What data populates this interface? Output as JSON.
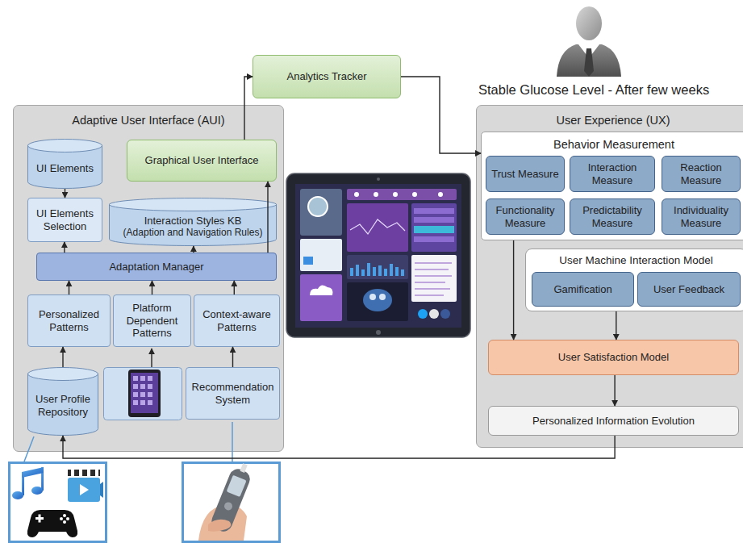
{
  "diagram": {
    "nodes": [
      {
        "text": [
          "Analytics Tracker"
        ]
      },
      {
        "text": [
          "Adaptive User Interface (AUI)"
        ]
      },
      {
        "text": [
          "UI Elements"
        ],
        "in": 1
      },
      {
        "text": [
          "Graphical User Interface"
        ],
        "in": 1
      },
      {
        "text": [
          "UI Elements Selection"
        ],
        "in": 1
      },
      {
        "text": [
          "Interaction Styles KB",
          "(Adaption and Navigation Rules)"
        ],
        "in": 1
      },
      {
        "text": [
          "Adaptation Manager"
        ],
        "in": 1
      },
      {
        "text": [
          "Personalized Patterns"
        ],
        "in": 1
      },
      {
        "text": [
          "Platform Dependent Patterns"
        ],
        "in": 1
      },
      {
        "text": [
          "Context-aware Patterns"
        ],
        "in": 1
      },
      {
        "text": [
          "User Profile Repository"
        ],
        "in": 1
      },
      {
        "text": [
          "Recommendation System"
        ],
        "in": 1
      },
      {
        "text": [
          "User Experience (UX)"
        ]
      },
      {
        "text": [
          "Behavior Measurement"
        ],
        "in": 12
      },
      {
        "text": [
          "Trust Measure"
        ],
        "in": 13
      },
      {
        "text": [
          "Interaction Measure"
        ],
        "in": 13
      },
      {
        "text": [
          "Reaction Measure"
        ],
        "in": 13
      },
      {
        "text": [
          "Functionality Measure"
        ],
        "in": 13
      },
      {
        "text": [
          "Predictability Measure"
        ],
        "in": 13
      },
      {
        "text": [
          "Individuality Measure"
        ],
        "in": 13
      },
      {
        "text": [
          "User Machine Interaction Model"
        ],
        "in": 12
      },
      {
        "text": [
          "Gamification"
        ],
        "in": 20
      },
      {
        "text": [
          "User Feedback"
        ],
        "in": 20
      },
      {
        "text": [
          "User Satisfaction Model"
        ],
        "in": 12
      },
      {
        "text": [
          "Personalized Information Evolution"
        ],
        "in": 12
      }
    ],
    "edges": [
      {
        "from": 3,
        "to": 0,
        "arrow": "to"
      },
      {
        "from": 0,
        "to": 13,
        "arrow": "to"
      },
      {
        "from": 2,
        "to": 4,
        "arrow": "to"
      },
      {
        "from": 6,
        "to": 4,
        "arrow": "to"
      },
      {
        "from": 6,
        "to": 5,
        "arrow": "to"
      },
      {
        "from": 6,
        "to": 3,
        "arrow": "to"
      },
      {
        "from": 7,
        "to": 6,
        "arrow": "to"
      },
      {
        "from": 8,
        "to": 6,
        "arrow": "to"
      },
      {
        "from": 9,
        "to": 6,
        "arrow": "to"
      },
      {
        "from": 10,
        "to": 7,
        "arrow": "to"
      },
      {
        "from": 11,
        "to": 9,
        "arrow": "to"
      },
      {
        "from": 13,
        "to": 23,
        "arrow": "to"
      },
      {
        "from": 20,
        "to": 23,
        "arrow": "to"
      },
      {
        "from": 23,
        "to": 24,
        "arrow": "to"
      },
      {
        "from": 24,
        "to": 10,
        "arrow": "to"
      }
    ],
    "labels": [
      "Stable Glucose Level - After few weeks"
    ]
  }
}
